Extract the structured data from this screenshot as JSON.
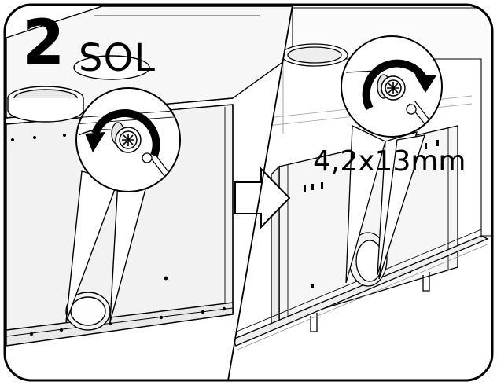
{
  "step": {
    "number": "2",
    "side": "SOL"
  },
  "screw": {
    "spec": "4,2x13mm"
  },
  "icons": {
    "rotate_left": "counterclockwise-arrow-icon",
    "rotate_right": "clockwise-arrow-icon",
    "next_step": "arrow-right-icon",
    "screw": "screw-head-icon"
  }
}
